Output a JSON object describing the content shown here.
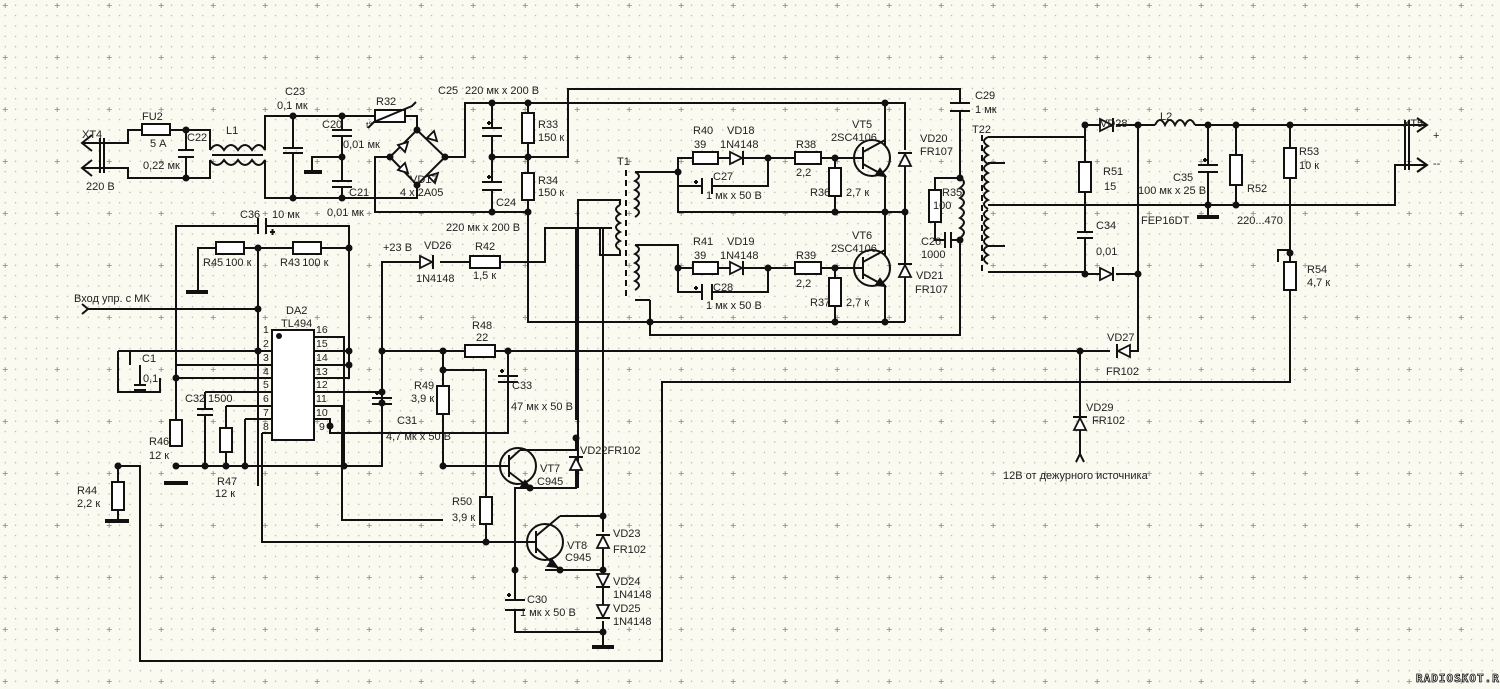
{
  "components": {
    "XT4": {
      "ref": "XT4",
      "value": "220 В"
    },
    "FU2": {
      "ref": "FU2",
      "value": "5 А"
    },
    "C22": {
      "ref": "C22",
      "value": "0,22 мк"
    },
    "L1": {
      "ref": "L1"
    },
    "C23": {
      "ref": "C23",
      "value": "0,1 мк"
    },
    "C20": {
      "ref": "C20",
      "value": "0,01 мк"
    },
    "C21": {
      "ref": "C21",
      "value": "0,01 мк"
    },
    "R32": {
      "ref": "R32",
      "mark": "t°"
    },
    "VD17": {
      "ref": "VD17",
      "value": "4 х 2А05"
    },
    "C25": {
      "ref": "C25",
      "value": "220 мк х 200 В"
    },
    "C24": {
      "ref": "C24",
      "value": "220 мк х 200 В"
    },
    "R33": {
      "ref": "R33",
      "value": "150 к"
    },
    "R34": {
      "ref": "R34",
      "value": "150 к"
    },
    "C36": {
      "ref": "C36",
      "value": "10 мк"
    },
    "R45": {
      "ref": "R45",
      "value": "100 к"
    },
    "R43": {
      "ref": "R43",
      "value": "100 к"
    },
    "VD26": {
      "ref": "VD26",
      "value": "1N4148"
    },
    "R42": {
      "ref": "R42",
      "value": "1,5 к"
    },
    "DA2": {
      "ref": "DA2",
      "value": "TL494"
    },
    "T1": {
      "ref": "T1"
    },
    "R40": {
      "ref": "R40",
      "value": "39"
    },
    "VD18": {
      "ref": "VD18",
      "value": "1N4148"
    },
    "R38": {
      "ref": "R38",
      "value": "2,2"
    },
    "C27": {
      "ref": "C27",
      "value": "1 мк х 50 В"
    },
    "R36": {
      "ref": "R36",
      "value": "2,7 к"
    },
    "VT5": {
      "ref": "VT5",
      "value": "2SC4106"
    },
    "R41": {
      "ref": "R41",
      "value": "39"
    },
    "VD19": {
      "ref": "VD19",
      "value": "1N4148"
    },
    "R39": {
      "ref": "R39",
      "value": "2,2"
    },
    "C28": {
      "ref": "C28",
      "value": "1 мк х 50 В"
    },
    "R37": {
      "ref": "R37",
      "value": "2,7 к"
    },
    "VT6": {
      "ref": "VT6",
      "value": "2SC4106"
    },
    "VD20": {
      "ref": "VD20",
      "value": "FR107"
    },
    "VD21": {
      "ref": "VD21",
      "value": "FR107"
    },
    "C29": {
      "ref": "C29",
      "value": "1 мк"
    },
    "T22": {
      "ref": "T22"
    },
    "R35": {
      "ref": "R35",
      "value": "100"
    },
    "C26": {
      "ref": "C26",
      "value": "1000"
    },
    "VD28": {
      "ref": "VD28"
    },
    "L2": {
      "ref": "L2"
    },
    "XT5": {
      "ref": "XT5",
      "plus": "+",
      "minus": "--"
    },
    "R51": {
      "ref": "R51",
      "value": "15"
    },
    "C34": {
      "ref": "C34",
      "value": "0,01"
    },
    "C35": {
      "ref": "C35",
      "value": "100 мк х 25 В"
    },
    "diode_pair": {
      "value": "FEP16DT"
    },
    "R52": {
      "ref": "R52",
      "value": "220...470"
    },
    "R53": {
      "ref": "R53",
      "value": "10 к"
    },
    "R54": {
      "ref": "R54",
      "value": "4,7 к"
    },
    "VD27": {
      "ref": "VD27",
      "value": "FR102"
    },
    "VD29": {
      "ref": "VD29",
      "value": "FR102"
    },
    "R48": {
      "ref": "R48",
      "value": "22"
    },
    "C33": {
      "ref": "C33",
      "value": "47 мк х 50 В"
    },
    "R49": {
      "ref": "R49",
      "value": "3,9 к"
    },
    "C31": {
      "ref": "C31",
      "value": "4,7 мк х 50 В"
    },
    "C1": {
      "ref": "C1",
      "value": "0,1"
    },
    "C32": {
      "ref": "C32",
      "value": "1500"
    },
    "R46": {
      "ref": "R46",
      "value": "12 к"
    },
    "R47": {
      "ref": "R47",
      "value": "12 к"
    },
    "R44": {
      "ref": "R44",
      "value": "2,2 к"
    },
    "VT7": {
      "ref": "VT7",
      "value": "C945"
    },
    "VD22": {
      "ref": "VD22FR102"
    },
    "R50": {
      "ref": "R50",
      "value": "3,9 к"
    },
    "VT8": {
      "ref": "VT8",
      "value": "C945"
    },
    "VD23": {
      "ref": "VD23",
      "value": "FR102"
    },
    "VD24": {
      "ref": "VD24",
      "value": "1N4148"
    },
    "VD25": {
      "ref": "VD25",
      "value": "1N4148"
    },
    "C30": {
      "ref": "C30",
      "value": "1 мк х 50 В"
    }
  },
  "net_labels": {
    "plus23": "+23 В",
    "mk_input": "Вход упр. с МК",
    "standby": "12В от дежурного источника"
  },
  "dil_pins": [
    "1",
    "2",
    "3",
    "4",
    "5",
    "6",
    "7",
    "8",
    "9",
    "10",
    "11",
    "12",
    "13",
    "14",
    "15",
    "16"
  ],
  "watermark": "RADIOSKOT.RU",
  "colors": {
    "background": "#fbfaf0",
    "wire": "#111111",
    "grid": "#9a9a9a"
  }
}
